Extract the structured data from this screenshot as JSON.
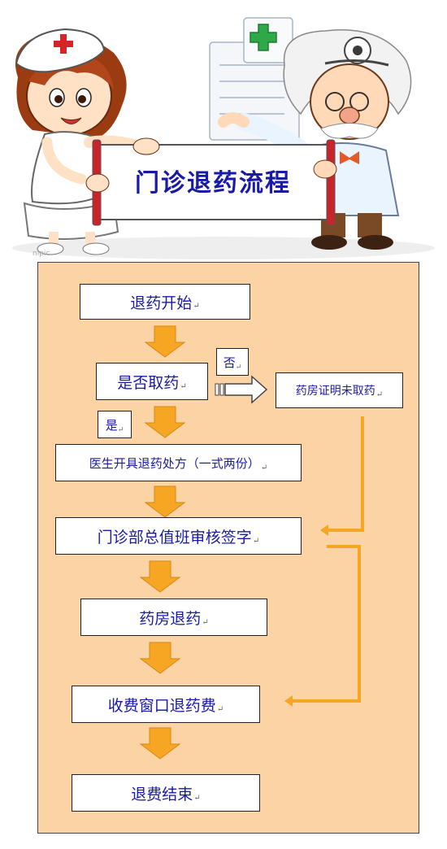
{
  "banner": {
    "title": "门诊退药流程",
    "watermark": "nipic"
  },
  "flow": {
    "steps": [
      {
        "label": "退药开始"
      },
      {
        "label": "是否取药"
      },
      {
        "label": "医生开具退药处方（一式两份）"
      },
      {
        "label": "门诊部总值班审核签字"
      },
      {
        "label": "药房退药"
      },
      {
        "label": "收费窗口退药费"
      },
      {
        "label": "退费结束"
      }
    ],
    "branch_no": {
      "tag": "否",
      "target": "药房证明未取药"
    },
    "branch_yes": {
      "tag": "是"
    },
    "return_mark": "↵"
  },
  "colors": {
    "panel": "#fbd3a4",
    "arrow": "#f6a623",
    "text": "#1a1aa8",
    "nurse_cap_cross": "#d8232a",
    "scroll_rod": "#c8242b"
  }
}
